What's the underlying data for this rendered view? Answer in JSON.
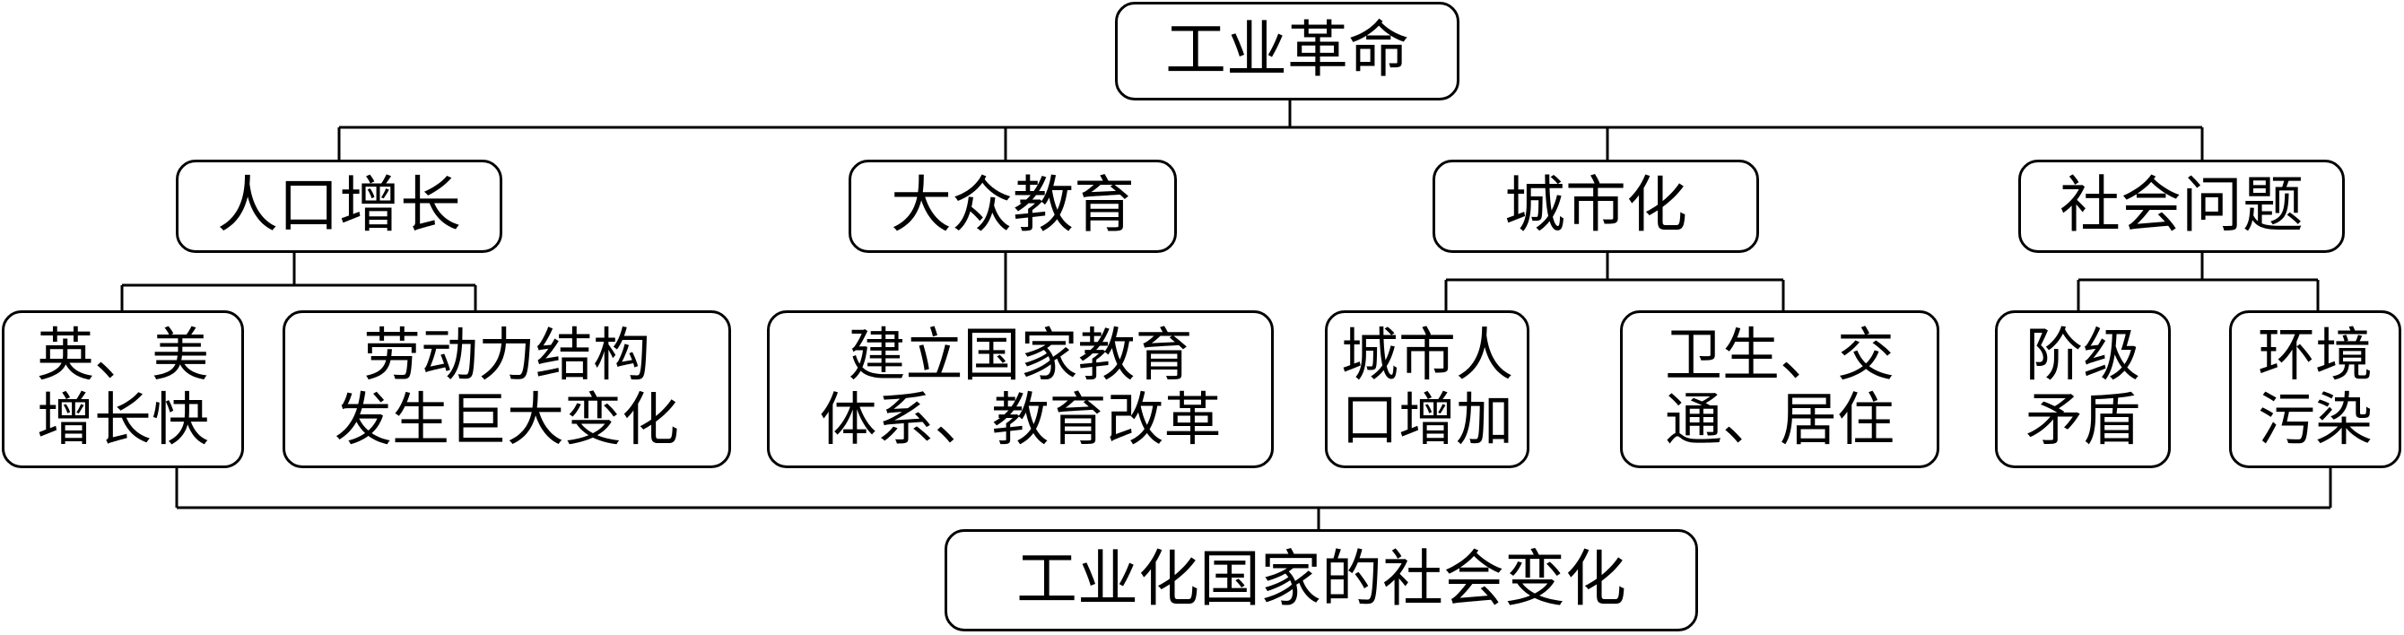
{
  "root": {
    "label": "工业革命"
  },
  "branches": [
    {
      "label": "人口增长",
      "children": [
        [
          "英、美",
          "增长快"
        ],
        [
          "劳动力结构",
          "发生巨大变化"
        ]
      ]
    },
    {
      "label": "大众教育",
      "children": [
        [
          "建立国家教育",
          "体系、教育改革"
        ]
      ]
    },
    {
      "label": "城市化",
      "children": [
        [
          "城市人",
          "口增加"
        ],
        [
          "卫生、交",
          "通、居住"
        ]
      ]
    },
    {
      "label": "社会问题",
      "children": [
        [
          "阶级",
          "矛盾"
        ],
        [
          "环境",
          "污染"
        ]
      ]
    }
  ],
  "result": {
    "label": "工业化国家的社会变化"
  }
}
